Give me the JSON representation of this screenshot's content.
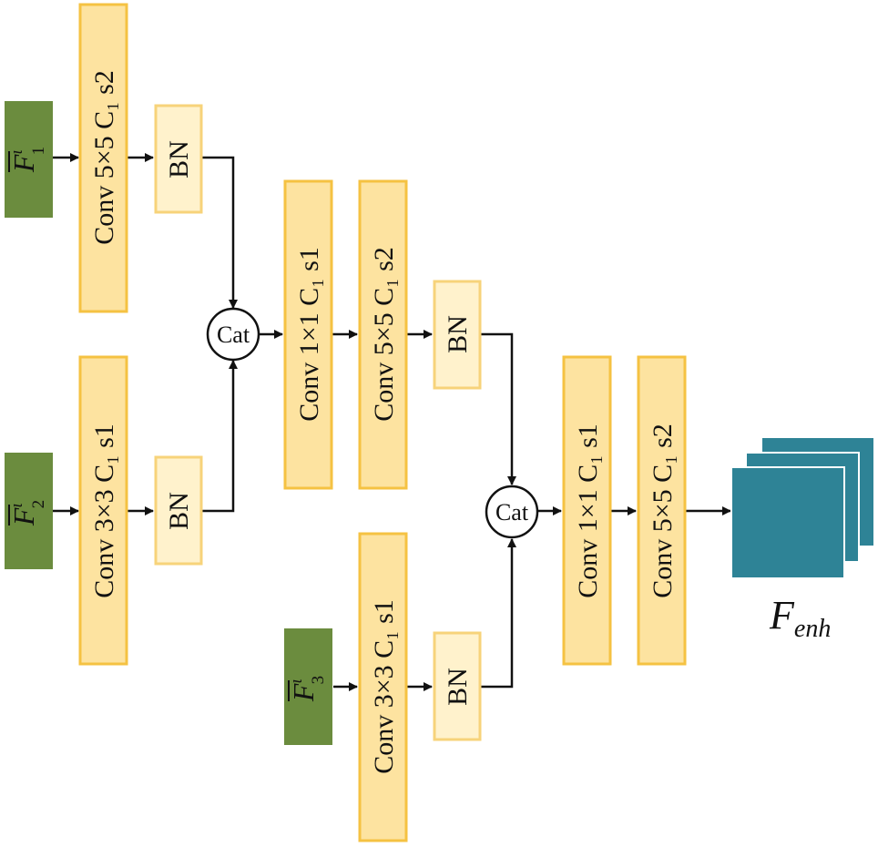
{
  "inputs": {
    "f1": {
      "symbol": "F",
      "super": "ι",
      "sub": "1"
    },
    "f2": {
      "symbol": "F",
      "super": "ι",
      "sub": "2"
    },
    "f3": {
      "symbol": "F",
      "super": "ι",
      "sub": "3"
    }
  },
  "blocks": {
    "branch1_conv": "Conv 5×5 C₁ s2",
    "branch1_bn": "BN",
    "branch2_conv": "Conv 3×3 C₁ s1",
    "branch2_bn": "BN",
    "cat1": "Cat",
    "stage2_conv1": "Conv 1×1 C₁ s1",
    "stage2_conv2": "Conv 5×5 C₁ s2",
    "stage2_bn": "BN",
    "branch3_conv": "Conv 3×3 C₁ s1",
    "branch3_bn": "BN",
    "cat2": "Cat",
    "stage3_conv1": "Conv 1×1 C₁ s1",
    "stage3_conv2": "Conv 5×5 C₁ s2"
  },
  "output": {
    "symbol": "F",
    "sub": "enh"
  },
  "colors": {
    "conv_fill": "#fde3a0",
    "conv_border": "#f5c242",
    "bn_fill": "#fff2cc",
    "bn_border": "#f7d37a",
    "input_fill": "#6b8c3e",
    "output_fill": "#2e8396"
  }
}
